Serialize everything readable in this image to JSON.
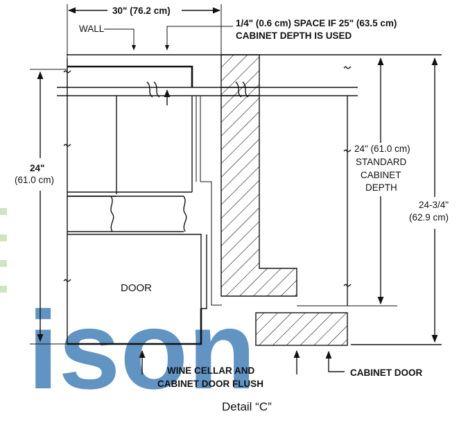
{
  "watermark": {
    "text": "ison",
    "color": "#5a8fc0"
  },
  "labels": {
    "top_width": "30\" (76.2 cm)",
    "wall": "WALL",
    "space_line1": "1/4\" (0.6 cm) SPACE IF 25\" (63.5 cm)",
    "space_line2": "CABINET DEPTH IS USED",
    "left_depth_1": "24\"",
    "left_depth_2": "(61.0 cm)",
    "std_1": "24\" (61.0 cm)",
    "std_2": "STANDARD",
    "std_3": "CABINET",
    "std_4": "DEPTH",
    "right_depth_1": "24-3/4\"",
    "right_depth_2": "(62.9 cm)",
    "door": "DOOR",
    "flush_1": "WINE CELLAR AND",
    "flush_2": "CABINET DOOR FLUSH",
    "cabinet_door": "CABINET DOOR",
    "detail": "Detail “C”"
  }
}
